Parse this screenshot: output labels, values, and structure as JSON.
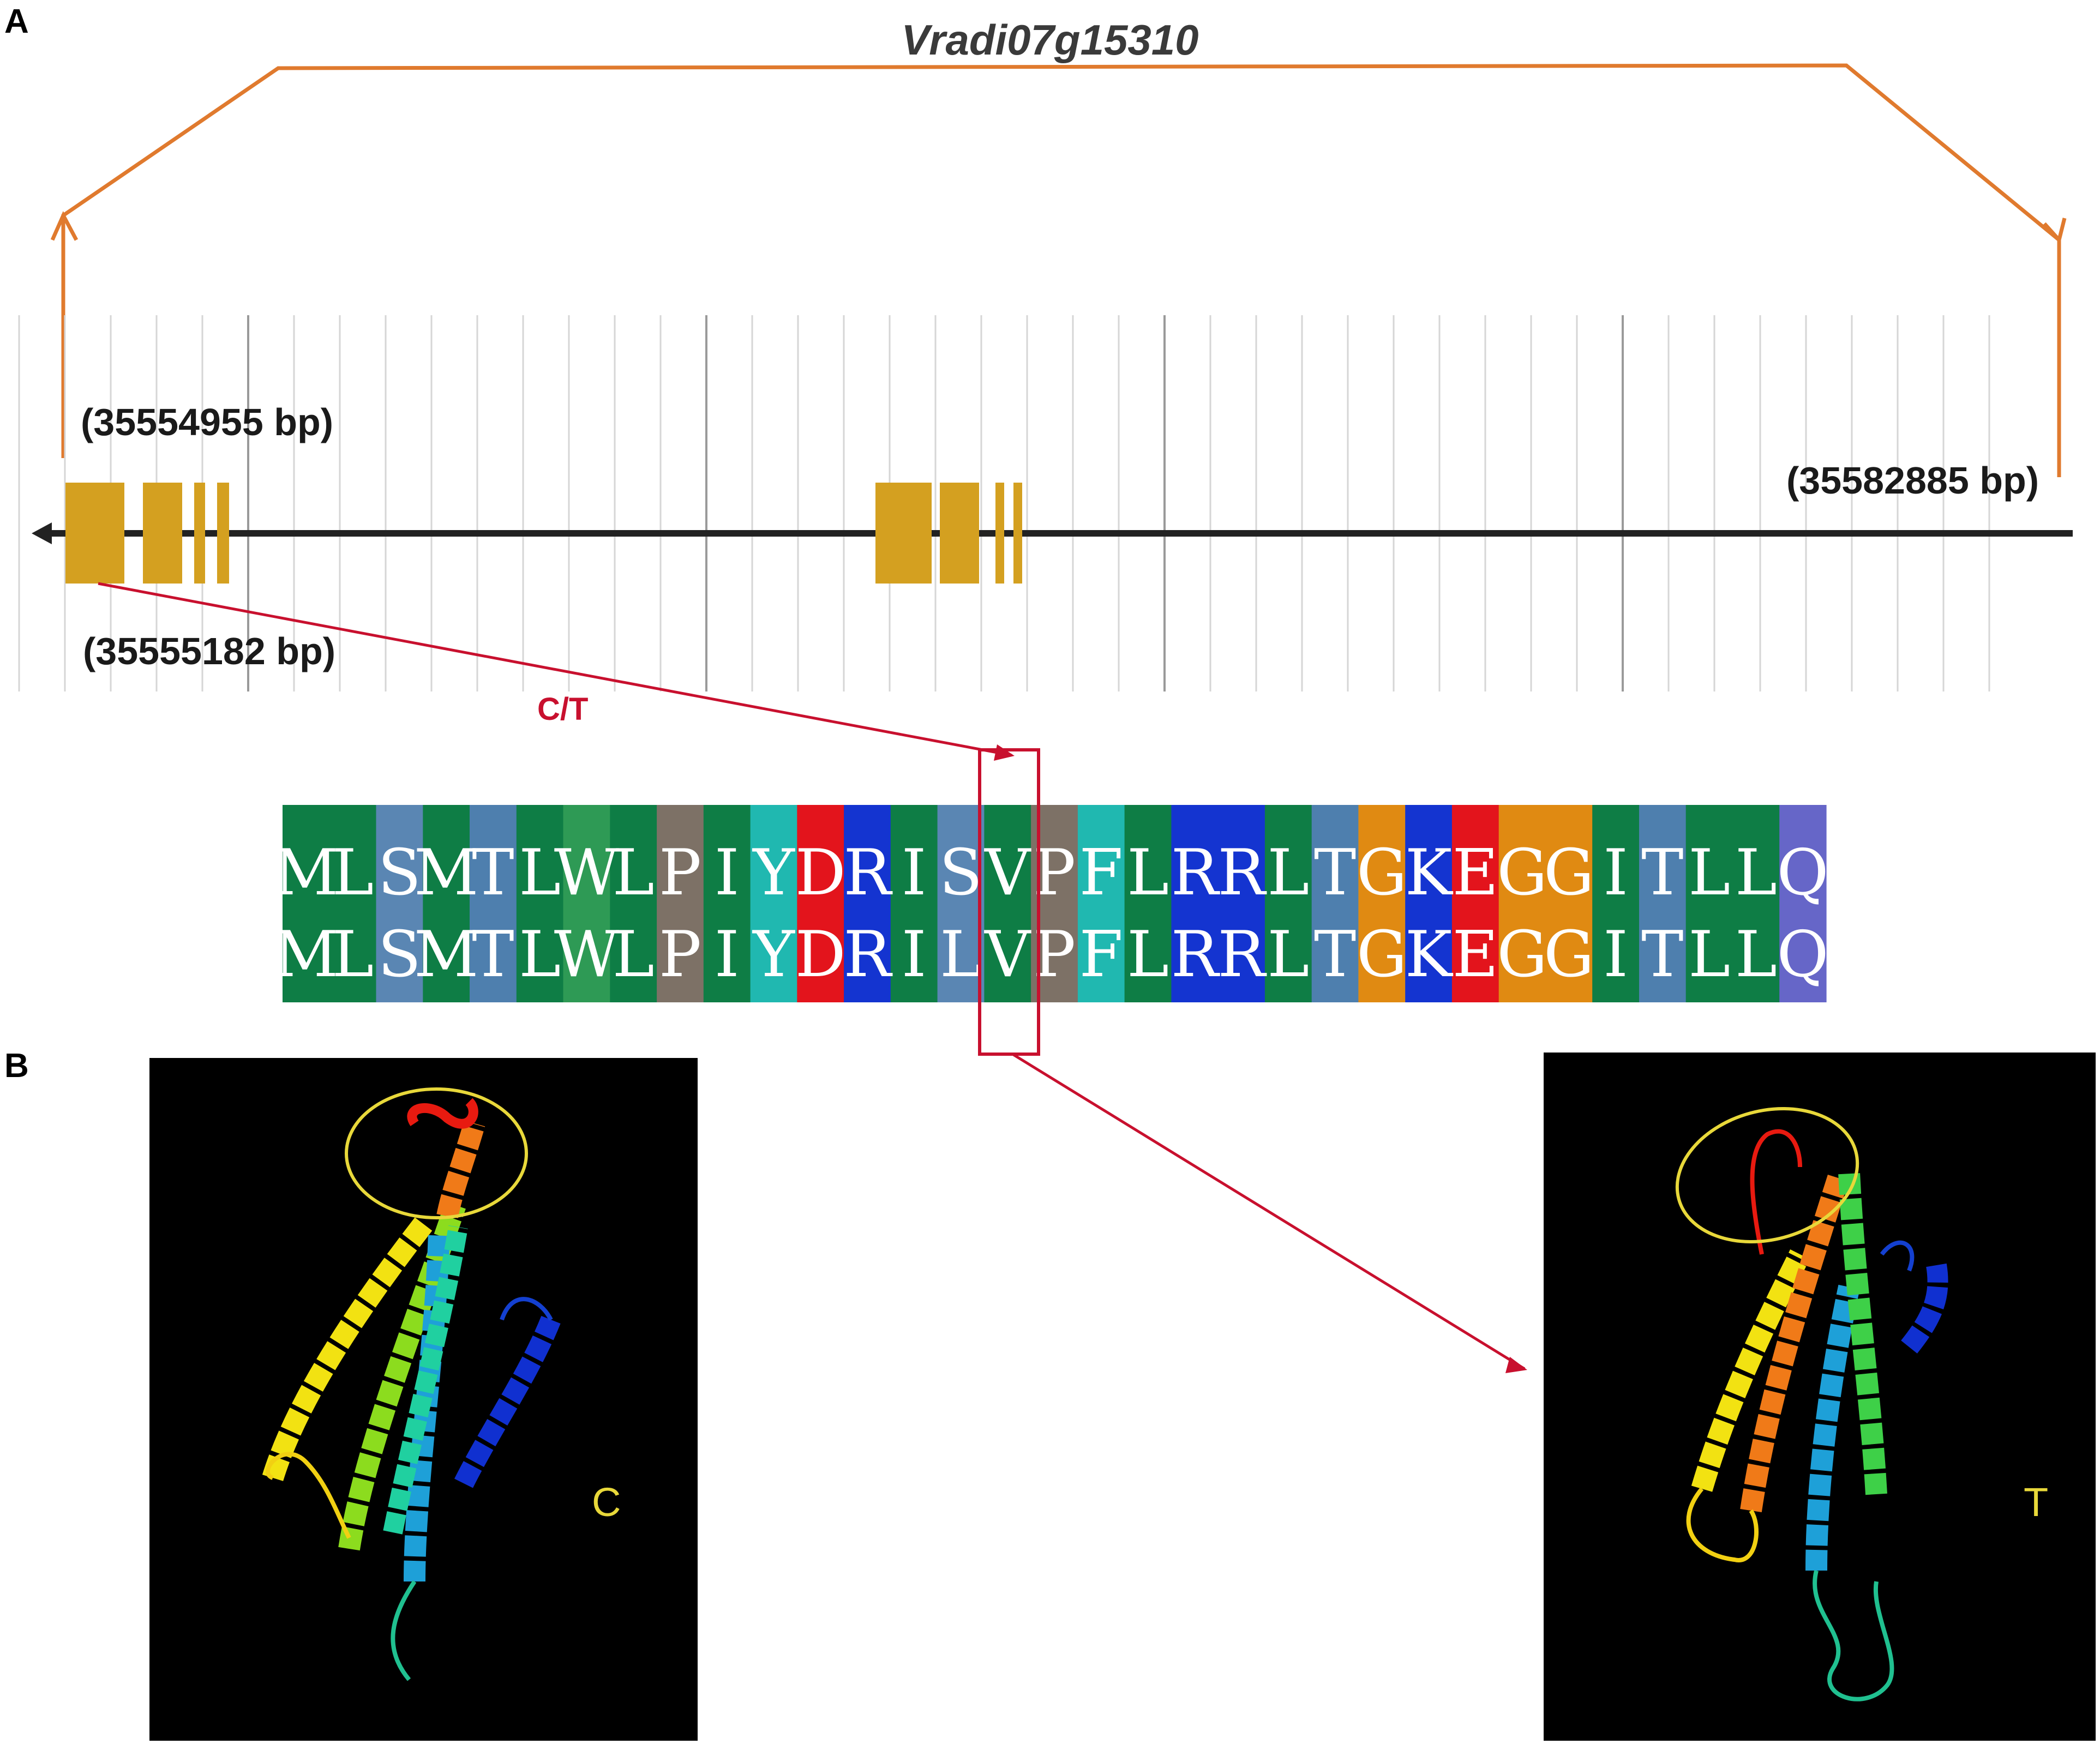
{
  "panels": {
    "a": "A",
    "b": "B"
  },
  "gene": {
    "name": "Vradi07g15310",
    "start_label": "(35554955 bp)",
    "end_label": "(35582885 bp)",
    "exon_label": "(35555182 bp)",
    "snp_label": "C/T"
  },
  "alignment": {
    "row1": [
      "M",
      "L",
      "S",
      "M",
      "T",
      "L",
      "W",
      "L",
      "P",
      "I",
      "Y",
      "D",
      "R",
      "I",
      "S",
      "V",
      "P",
      "F",
      "L",
      "R",
      "R",
      "L",
      "T",
      "G",
      "K",
      "E",
      "G",
      "G",
      "I",
      "T",
      "L",
      "L",
      "Q"
    ],
    "row2": [
      "M",
      "L",
      "S",
      "M",
      "T",
      "L",
      "W",
      "L",
      "P",
      "I",
      "Y",
      "D",
      "R",
      "I",
      "L",
      "V",
      "P",
      "F",
      "L",
      "R",
      "R",
      "L",
      "T",
      "G",
      "K",
      "E",
      "G",
      "G",
      "I",
      "T",
      "L",
      "L",
      "Q"
    ],
    "colors": [
      "#0e7d45",
      "#0e7d45",
      "#5a86b3",
      "#0e7d45",
      "#4e7fae",
      "#0e7d45",
      "#2e9a55",
      "#0e7d45",
      "#7d7166",
      "#0e7d45",
      "#20b8b0",
      "#e3141c",
      "#1434d0",
      "#0e7d45",
      "#5a86b3",
      "#0e7d45",
      "#7d7166",
      "#20b8b0",
      "#0e7d45",
      "#1434d0",
      "#1434d0",
      "#0e7d45",
      "#4e7fae",
      "#e08a12",
      "#1434d0",
      "#e3141c",
      "#e08a12",
      "#e08a12",
      "#0e7d45",
      "#4e7fae",
      "#0e7d45",
      "#0e7d45",
      "#6666c8"
    ]
  },
  "structures": {
    "left_label": "C",
    "right_label": "T"
  },
  "colors": {
    "gene_arc": "#e07a2e",
    "exon": "#d4a020",
    "snp_annotation": "#c8102e",
    "highlight_ellipse": "#e8d83a"
  }
}
